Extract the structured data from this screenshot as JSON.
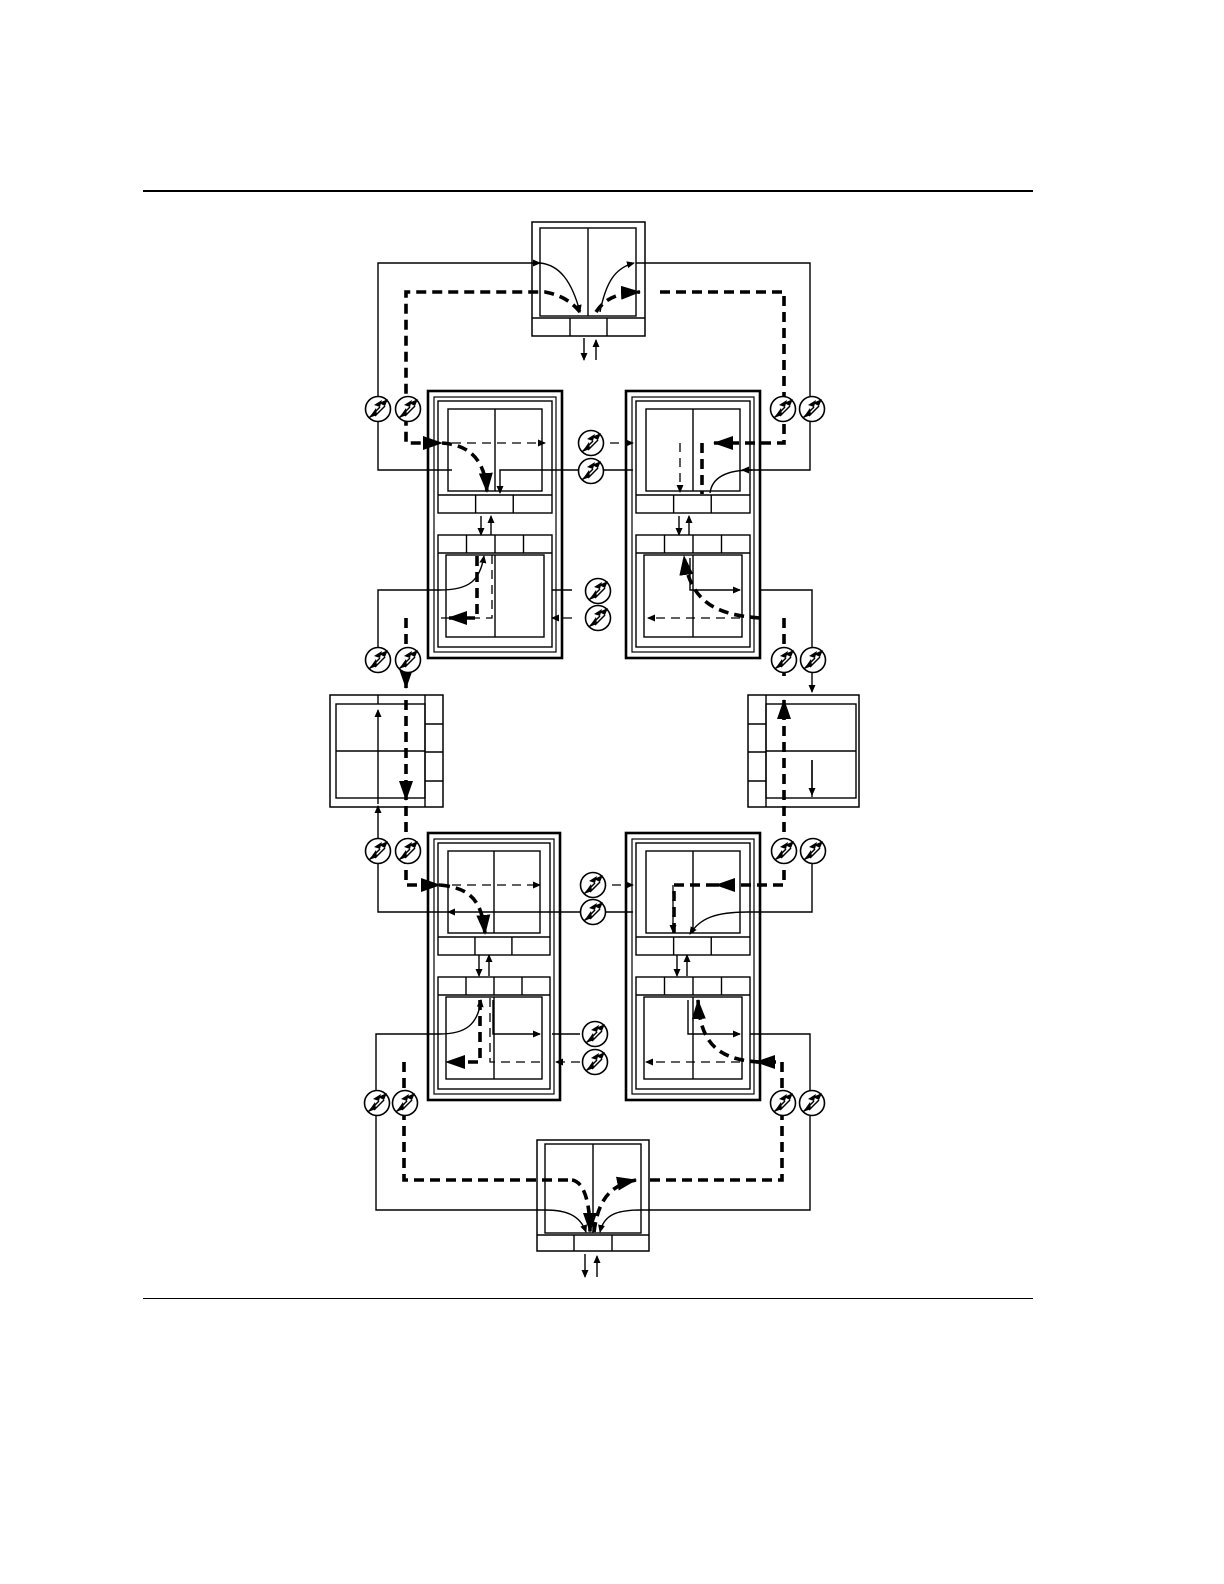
{
  "figure": {
    "caption": "",
    "colors": {
      "ink": "#000000",
      "paper": "#ffffff"
    },
    "icons": {
      "fiber_connector": "fiber-connector-icon",
      "terminal_arrows": "in-out-arrows-icon"
    },
    "line_styles": {
      "solid_thin": "solid-thin",
      "dashed_thin": "dashed-thin",
      "dashed_thick": "dashed-thick"
    },
    "nodes": [
      {
        "id": "terminal-top",
        "kind": "terminal-node"
      },
      {
        "id": "switch-upper-left",
        "kind": "dual-switch-node"
      },
      {
        "id": "switch-upper-right",
        "kind": "dual-switch-node"
      },
      {
        "id": "adm-left",
        "kind": "side-node"
      },
      {
        "id": "adm-right",
        "kind": "side-node"
      },
      {
        "id": "switch-lower-left",
        "kind": "dual-switch-node"
      },
      {
        "id": "switch-lower-right",
        "kind": "dual-switch-node"
      },
      {
        "id": "terminal-bottom",
        "kind": "terminal-node"
      }
    ]
  }
}
